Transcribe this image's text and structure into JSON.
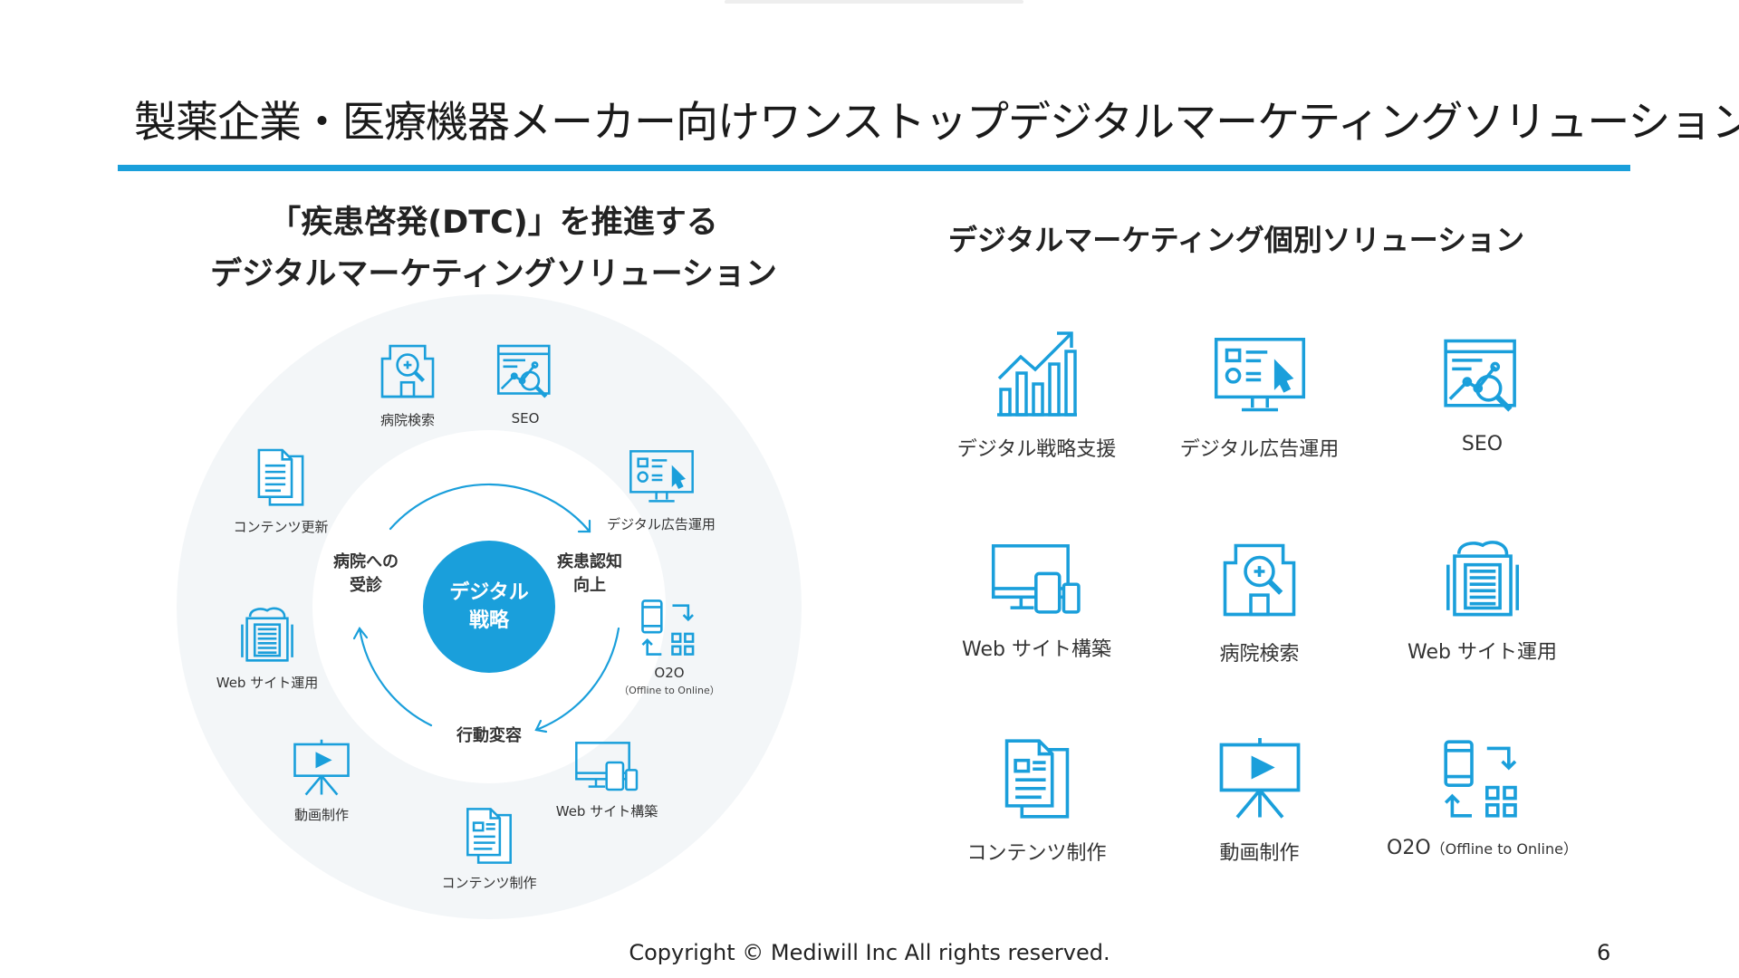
{
  "slide": {
    "title": "製薬企業・医療機器メーカー向けワンストップデジタルマーケティングソリューション",
    "footer": "Copyright © Mediwill Inc All rights reserved.",
    "page_number": "6"
  },
  "theme": {
    "accent": "#1a9fdb",
    "ring": "#f3f6f8",
    "text": "#222222"
  },
  "left_panel": {
    "heading_line1": "「疾患啓発(DTC)」を推進する",
    "heading_line2": "デジタルマーケティングソリューション",
    "core_line1": "デジタル",
    "core_line2": "戦略",
    "stages": {
      "awareness_line1": "疾患認知",
      "awareness_line2": "向上",
      "behavior": "行動変容",
      "visit_line1": "病院への",
      "visit_line2": "受診"
    },
    "wheel_items": [
      {
        "icon": "hospital-search-icon",
        "label": "病院検索"
      },
      {
        "icon": "seo-icon",
        "label": "SEO"
      },
      {
        "icon": "digital-ad-icon",
        "label": "デジタル広告運用"
      },
      {
        "icon": "o2o-icon",
        "label": "O2O",
        "sub": "（Offline to Online）"
      },
      {
        "icon": "web-build-icon",
        "label": "Web サイト構築"
      },
      {
        "icon": "content-creation-icon",
        "label": "コンテンツ制作"
      },
      {
        "icon": "video-production-icon",
        "label": "動画制作"
      },
      {
        "icon": "server-icon",
        "label": "Web サイト運用"
      },
      {
        "icon": "content-update-icon",
        "label": "コンテンツ更新"
      }
    ]
  },
  "right_panel": {
    "heading": "デジタルマーケティング個別ソリューション",
    "solutions": [
      {
        "icon": "growth-chart-icon",
        "label": "デジタル戦略支援"
      },
      {
        "icon": "digital-ad-icon",
        "label": "デジタル広告運用"
      },
      {
        "icon": "seo-icon",
        "label": "SEO"
      },
      {
        "icon": "web-build-icon",
        "label": "Web サイト構築"
      },
      {
        "icon": "hospital-search-icon",
        "label": "病院検索"
      },
      {
        "icon": "server-icon",
        "label": "Web サイト運用"
      },
      {
        "icon": "content-creation-icon",
        "label": "コンテンツ制作"
      },
      {
        "icon": "video-production-icon",
        "label": "動画制作"
      },
      {
        "icon": "o2o-icon",
        "label": "O2O",
        "sub": "（Offline to Online）"
      }
    ]
  }
}
